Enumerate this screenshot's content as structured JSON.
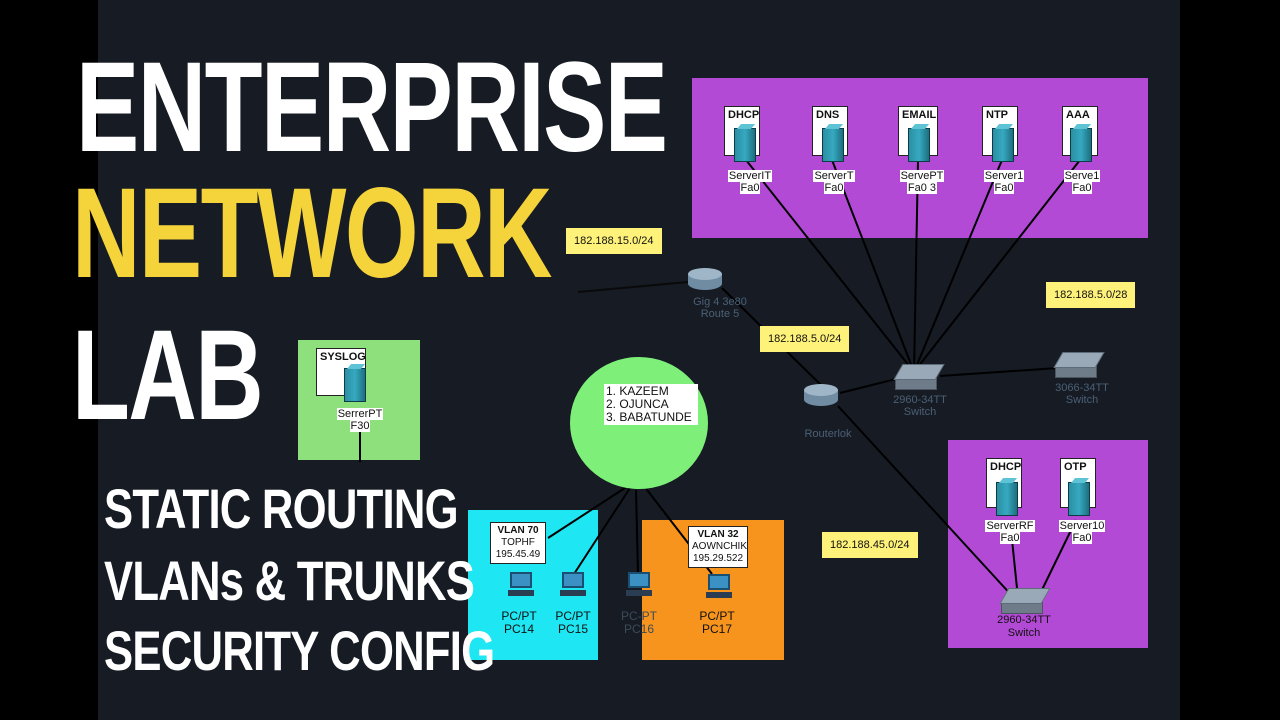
{
  "title": {
    "line1": "ENTERPRISE",
    "line2": "NETWORK",
    "line3": "LAB"
  },
  "bullets": [
    "STATIC ROUTING",
    "VLANs & TRUNKS",
    "SECURITY CONFIG"
  ],
  "colors": {
    "accent_yellow": "#f5d33a",
    "server_zone": "#b34ad6",
    "syslog_zone": "#8ee07c",
    "vlan70_zone": "#1ee6f2",
    "vlan32_zone": "#f7941d",
    "network_label": "#fff27a"
  },
  "top_servers": [
    {
      "tag": "DHCP",
      "name": "ServerIT",
      "port": "Fa0"
    },
    {
      "tag": "DNS",
      "name": "ServerT",
      "port": "Fa0"
    },
    {
      "tag": "EMAIL",
      "name": "ServePT",
      "port": "Fa0 3"
    },
    {
      "tag": "NTP",
      "name": "Server1",
      "port": "Fa0"
    },
    {
      "tag": "AAA",
      "name": "Serve1",
      "port": "Fa0"
    }
  ],
  "bottom_servers": [
    {
      "tag": "DHCP",
      "name": "ServerRF",
      "port": "Fa0"
    },
    {
      "tag": "OTP",
      "name": "Server10",
      "port": "Fa0"
    }
  ],
  "syslog": {
    "tag": "SYSLOG",
    "name": "SerrerPT",
    "port": "F30"
  },
  "networks": {
    "net1": "182.188.15.0/24",
    "net2": "182.188.5.0/24",
    "net3": "182.188.5.0/28",
    "net4": "182.188.45.0/24"
  },
  "devices": {
    "router1_a": "Gig 4 3e80",
    "router1_b": "Route 5",
    "router2": "Routerlok",
    "switch_center_a": "2960-34TT",
    "switch_center_b": "Switch",
    "switch_right_a": "3066-34TT",
    "switch_right_b": "Switch",
    "switch_bottom_a": "2960-34TT",
    "switch_bottom_b": "Switch"
  },
  "team": [
    "1. KAZEEM",
    "2. OJUNCA",
    "3. BABATUNDE"
  ],
  "vlan70": {
    "title": "VLAN 70",
    "name": "TOPHF",
    "ip": "195.45.49"
  },
  "vlan32": {
    "title": "VLAN 32",
    "name": "AOWNCHIK",
    "ip": "195.29.522"
  },
  "pcs": [
    {
      "type": "PC/PT",
      "name": "PC14"
    },
    {
      "type": "PC/PT",
      "name": "PC15"
    },
    {
      "type": "PC-PT",
      "name": "PC16"
    },
    {
      "type": "PC/PT",
      "name": "PC17"
    }
  ]
}
